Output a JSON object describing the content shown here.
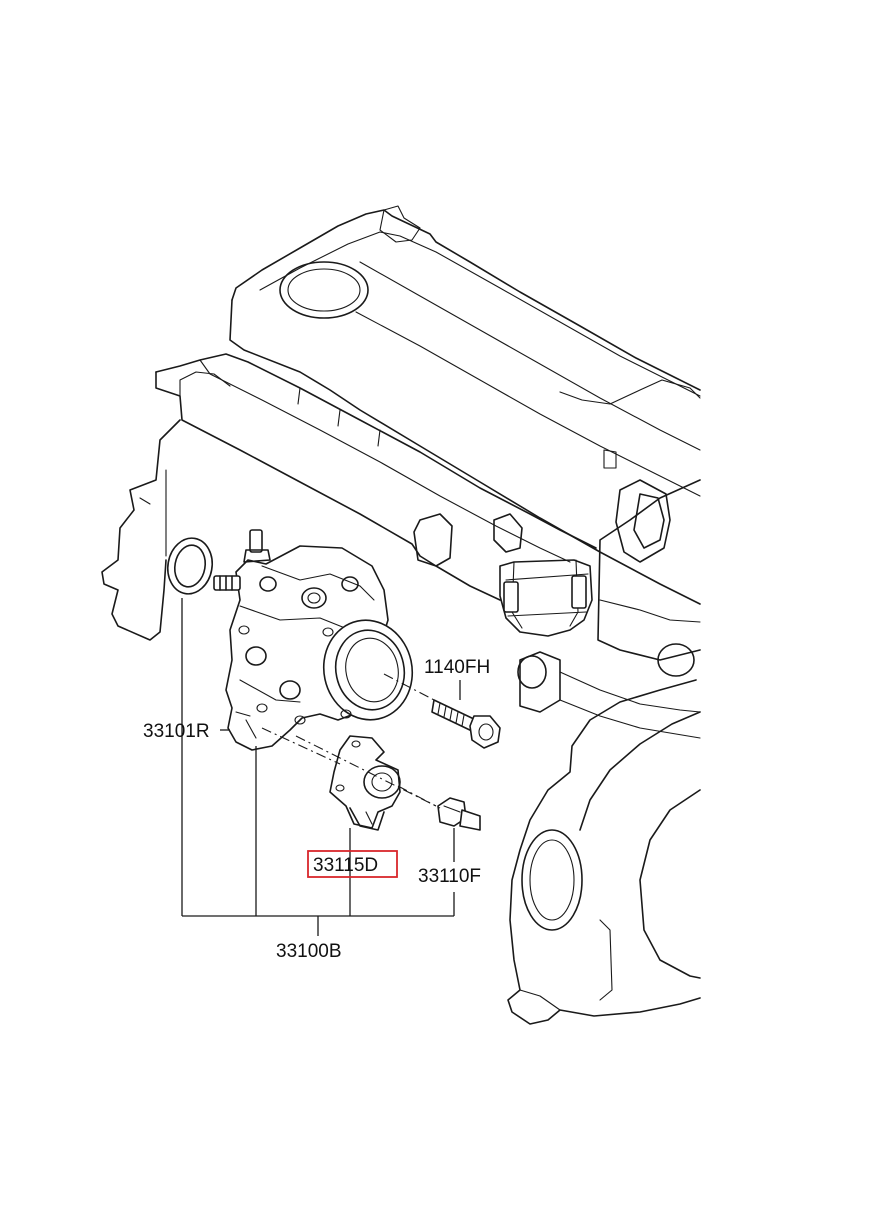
{
  "labels": {
    "bolt": "1140FH",
    "oring": "33101R",
    "sensor": "33115D",
    "fitting": "33110F",
    "assembly": "33100B"
  },
  "highlighted_part": "33115D",
  "colors": {
    "line": "#1a1a1a",
    "highlight": "#d9262b",
    "background": "#ffffff"
  }
}
